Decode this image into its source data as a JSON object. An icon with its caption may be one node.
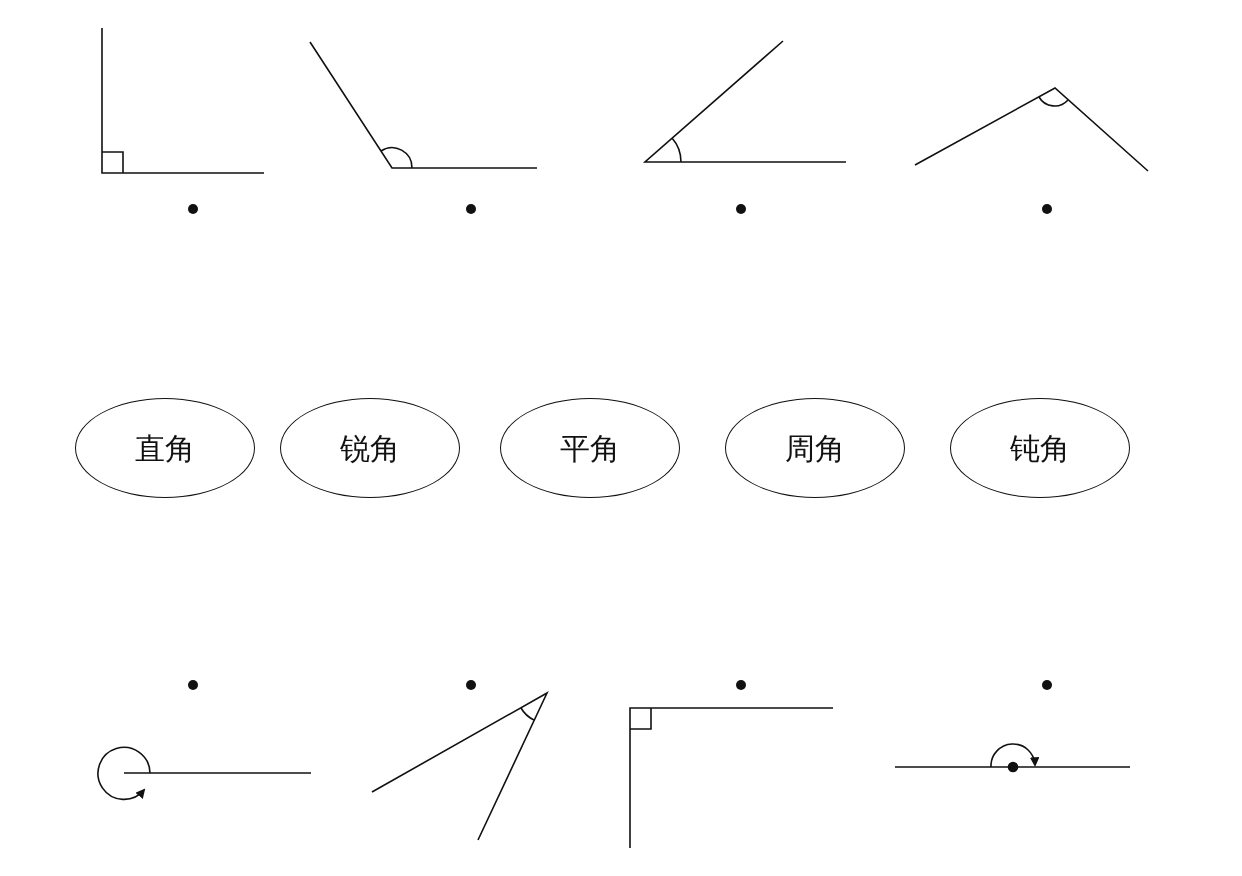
{
  "diagram": {
    "nodes": [
      {
        "text": [
          "直角"
        ]
      },
      {
        "text": [
          "锐角"
        ]
      },
      {
        "text": [
          "平角"
        ]
      },
      {
        "text": [
          "周角"
        ]
      },
      {
        "text": [
          "钝角"
        ]
      }
    ]
  }
}
